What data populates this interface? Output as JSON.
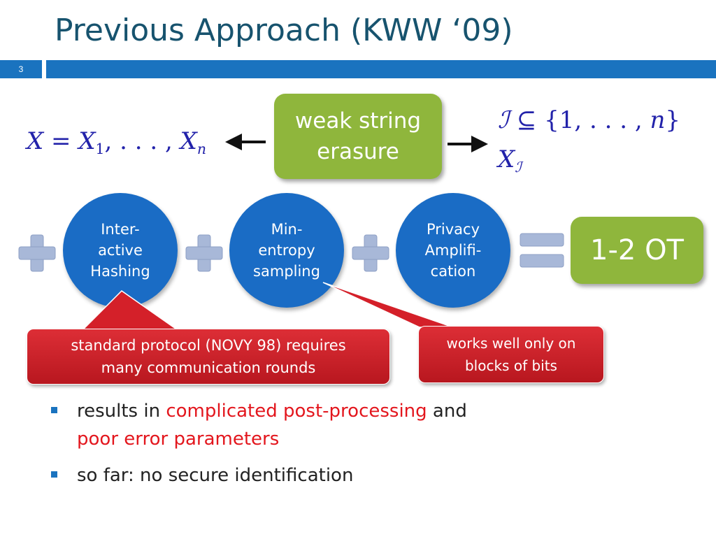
{
  "slide": {
    "title": "Previous Approach (KWW ‘09)",
    "page_number": "3"
  },
  "math": {
    "x_var": "X",
    "eq": " = ",
    "x_first": "X",
    "sub_1": "1",
    "ellipsis": ", . . . , ",
    "x_last": "X",
    "sub_n": "n",
    "i_set": "ℐ",
    "subseteq": " ⊆ {1, . . . , ",
    "n": "n",
    "close_brace": "}",
    "x_sub_var": "X",
    "x_sub_i": "ℐ"
  },
  "center_box": {
    "line1": "weak string",
    "line2": "erasure"
  },
  "result_box": {
    "label": "1-2 OT"
  },
  "steps": [
    {
      "line1": "Inter-",
      "line2": "active",
      "line3": "Hashing"
    },
    {
      "line1": "Min-",
      "line2": "entropy",
      "line3": "sampling"
    },
    {
      "line1": "Privacy",
      "line2": "Amplifi-",
      "line3": "cation"
    }
  ],
  "callouts": {
    "novy": {
      "line1": "standard protocol (NOVY 98) requires",
      "line2": "many communication rounds"
    },
    "blocks": {
      "line1": "works well only on",
      "line2": "blocks of bits"
    }
  },
  "bullets": [
    {
      "prefix": "results in ",
      "red1": "complicated post-processing",
      "mid": " and",
      "red2": "poor error parameters"
    },
    {
      "text": "so far: no secure identification"
    }
  ],
  "colors": {
    "title": "#17536e",
    "header_bar": "#1a73bf",
    "circle": "#1a6cc5",
    "green_box": "#8fb63c",
    "operator": "#a8b8d8",
    "callout_red": "#d42029",
    "math": "#2222aa",
    "emphasis_red": "#e3161d"
  }
}
